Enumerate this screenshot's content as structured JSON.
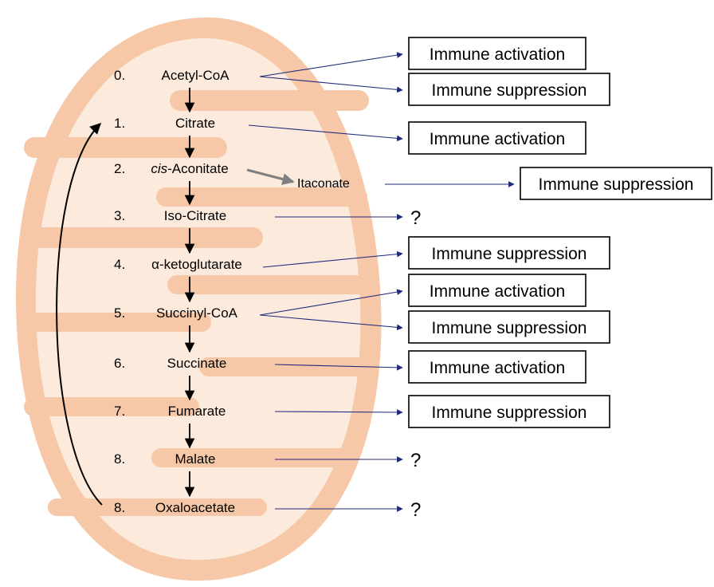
{
  "colors": {
    "outer_membrane": "#F6C8A8",
    "matrix": "#FCEBDD",
    "cristae": "#F6C8A8",
    "link_arrow": "#1F2A7A",
    "cycle_arrow": "#000000",
    "itaconate_arrow": "#7F7F7F"
  },
  "steps": [
    {
      "num": "0.",
      "pre": "",
      "italic": "",
      "name": "Acetyl-CoA"
    },
    {
      "num": "1.",
      "pre": "",
      "italic": "",
      "name": "Citrate"
    },
    {
      "num": "2.",
      "pre": "",
      "italic": "cis",
      "name": "-Aconitate"
    },
    {
      "num": "3.",
      "pre": "",
      "italic": "",
      "name": "Iso-Citrate"
    },
    {
      "num": "4.",
      "pre": "",
      "italic": "",
      "name": "α-ketoglutarate"
    },
    {
      "num": "5.",
      "pre": "",
      "italic": "",
      "name": "Succinyl-CoA"
    },
    {
      "num": "6.",
      "pre": "",
      "italic": "",
      "name": "Succinate"
    },
    {
      "num": "7.",
      "pre": "",
      "italic": "",
      "name": "Fumarate"
    },
    {
      "num": "8.",
      "pre": "",
      "italic": "",
      "name": "Malate"
    },
    {
      "num": "8.",
      "pre": "",
      "italic": "",
      "name": "Oxaloacetate"
    }
  ],
  "itaconate": "Itaconate",
  "outcomes": [
    "Immune activation",
    "Immune suppression",
    "Immune activation",
    "Immune suppression",
    "?",
    "Immune suppression",
    "Immune activation",
    "Immune suppression",
    "Immune activation",
    "Immune suppression",
    "?",
    "?"
  ]
}
